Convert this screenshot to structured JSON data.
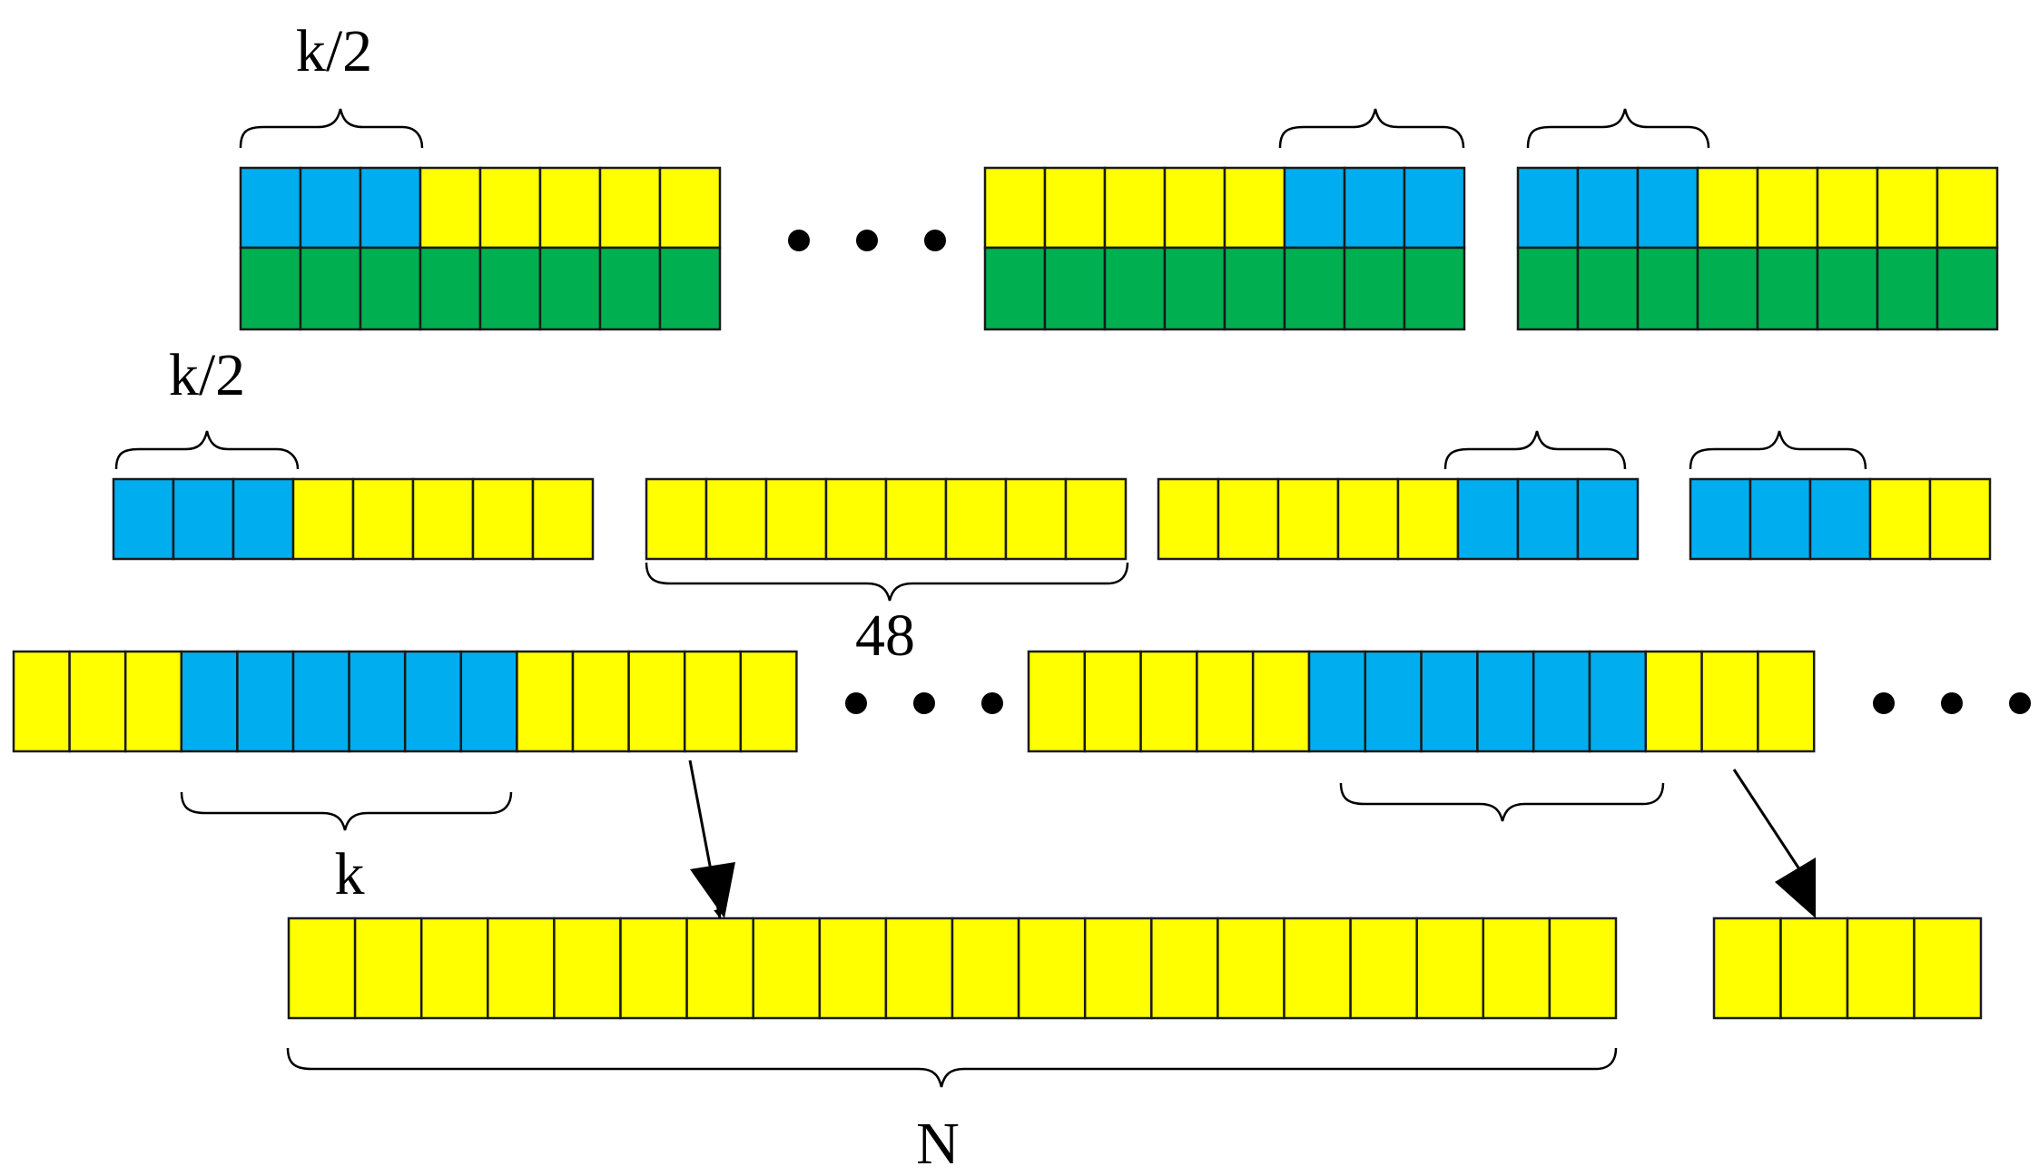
{
  "colors": {
    "blue": "#00AEEF",
    "yellow": "#FFFF00",
    "green": "#00B050",
    "stroke": "#1a1a1a"
  },
  "labels": {
    "half_k_top": "k/2",
    "half_k_mid": "k/2",
    "forty_eight": "48",
    "k": "k",
    "n": "N"
  },
  "icons": {
    "ellipsis": "ellipsis-icon",
    "arrow": "arrow-down-icon",
    "brace": "curly-brace-icon"
  },
  "rows": {
    "row1": [
      {
        "top": [
          "b",
          "b",
          "b",
          "y",
          "y",
          "y",
          "y",
          "y"
        ],
        "bottom": [
          "g",
          "g",
          "g",
          "g",
          "g",
          "g",
          "g",
          "g"
        ]
      },
      {
        "top": [
          "y",
          "y",
          "y",
          "y",
          "y",
          "b",
          "b",
          "b"
        ],
        "bottom": [
          "g",
          "g",
          "g",
          "g",
          "g",
          "g",
          "g",
          "g"
        ]
      },
      {
        "top": [
          "b",
          "b",
          "b",
          "y",
          "y",
          "y",
          "y",
          "y"
        ],
        "bottom": [
          "g",
          "g",
          "g",
          "g",
          "g",
          "g",
          "g",
          "g"
        ]
      }
    ],
    "row2": [
      [
        "b",
        "b",
        "b",
        "y",
        "y",
        "y",
        "y",
        "y"
      ],
      [
        "y",
        "y",
        "y",
        "y",
        "y",
        "y",
        "y",
        "y"
      ],
      [
        "y",
        "y",
        "y",
        "y",
        "y",
        "b",
        "b",
        "b"
      ],
      [
        "b",
        "b",
        "b",
        "y",
        "y"
      ]
    ],
    "row3": [
      [
        "y",
        "y",
        "y",
        "b",
        "b",
        "b",
        "b",
        "b",
        "b",
        "y",
        "y",
        "y",
        "y",
        "y"
      ],
      [
        "y",
        "y",
        "y",
        "y",
        "y",
        "b",
        "b",
        "b",
        "b",
        "b",
        "b",
        "y",
        "y",
        "y"
      ]
    ],
    "row4": [
      [
        "y",
        "y",
        "y",
        "y",
        "y",
        "y",
        "y",
        "y",
        "y",
        "y",
        "y",
        "y",
        "y",
        "y",
        "y",
        "y",
        "y",
        "y",
        "y",
        "y"
      ],
      [
        "y",
        "y",
        "y",
        "y"
      ]
    ]
  }
}
